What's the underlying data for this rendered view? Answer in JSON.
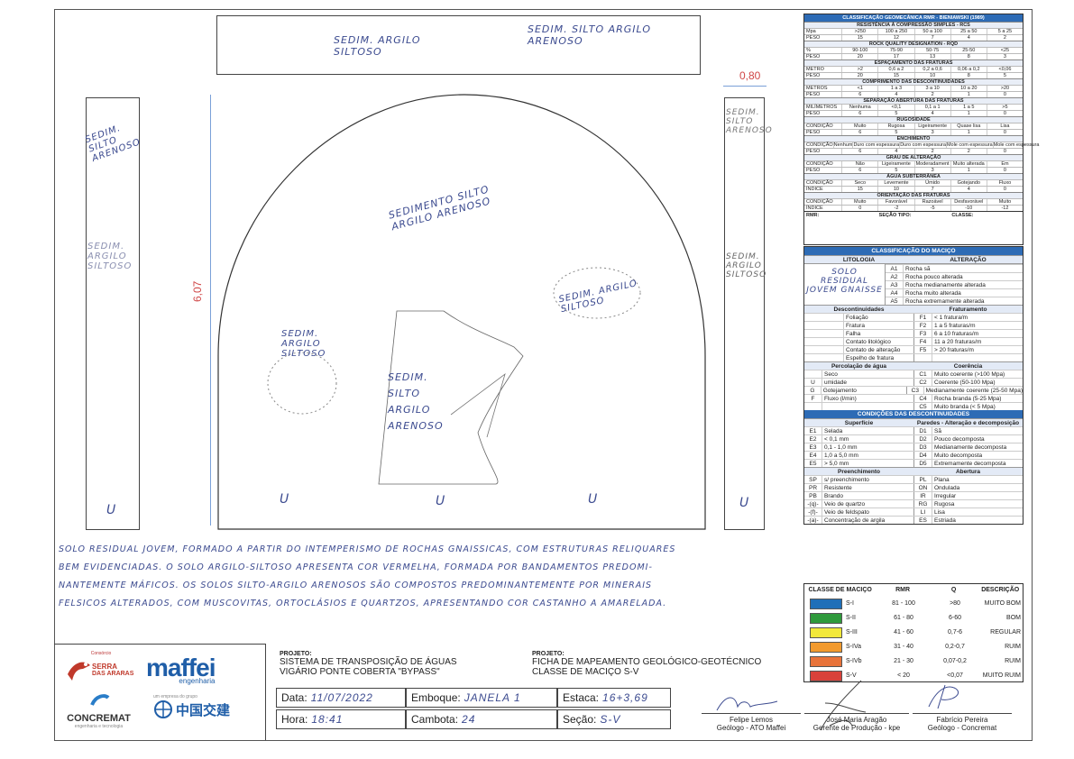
{
  "top_box": {
    "left_label": "SEDIM. ARGILO SILTOSO",
    "right_label": "SEDIM. SILTO ARGILO ARENOSO"
  },
  "dims": {
    "width": "0,80",
    "height": "6,07"
  },
  "left_wall": {
    "label_1": "SEDIM. SILTO ARENOSO",
    "label_2": "SEDIM. ARGILO SILTOSO"
  },
  "right_wall": {
    "label_1": "SEDIM. SILTO ARENOSO",
    "label_2": "SEDIM. ARGILO SILTOSO"
  },
  "face": {
    "main_label": "SEDIMENTO SILTO ARGILO ARENOSO",
    "left_label": "SEDIM. ARGILO SILTOSO",
    "right_label": "SEDIM. ARGILO SILTOSO",
    "center_label": "SEDIM. SILTO ARGILO ARENOSO",
    "u": "U"
  },
  "description": [
    "SOLO RESIDUAL JOVEM, FORMADO A PARTIR DO INTEMPERISMO DE ROCHAS GNAISSICAS, COM ESTRUTURAS RELIQUARES",
    "BEM EVIDENCIADAS. O SOLO ARGILO-SILTOSO APRESENTA COR VERMELHA, FORMADA POR BANDAMENTOS PREDOMI-",
    "NANTEMENTE MÁFICOS. OS SOLOS SILTO-ARGILO ARENOSOS SÃO COMPOSTOS PREDOMINANTEMENTE POR MINERAIS",
    "FELSICOS ALTERADOS, COM MUSCOVITAS, ORTOCLÁSIOS E QUARTZOS, APRESENTANDO COR CASTANHO A AMARELADA."
  ],
  "rmr_table": {
    "title": "CLASSIFICAÇÃO GEOMECÂNICA RMR - BIENIAWSKI (1989)",
    "sections": [
      {
        "header": "RESISTÊNCIA À COMPRESSÃO SIMPLES - RCS",
        "rows": [
          [
            "Mpa",
            ">250",
            "100 a 250",
            "50 a 100",
            "25 a 50",
            "5 a 25"
          ],
          [
            "PESO",
            "15",
            "12",
            "7",
            "4",
            "2"
          ]
        ]
      },
      {
        "header": "ROCK QUALITY DESIGNATION - RQD",
        "rows": [
          [
            "%",
            "90-100",
            "75-90",
            "50-75",
            "25-50",
            "<25"
          ],
          [
            "PESO",
            "20",
            "17",
            "13",
            "8",
            "3"
          ]
        ]
      },
      {
        "header": "ESPAÇAMENTO DAS FRATURAS",
        "rows": [
          [
            "METRO",
            ">2",
            "0,6 a 2",
            "0,2 a 0,6",
            "0,06 a 0,2",
            "<0,06"
          ],
          [
            "PESO",
            "20",
            "15",
            "10",
            "8",
            "5"
          ]
        ]
      },
      {
        "header": "COMPRIMENTO DAS DESCONTINUIDADES",
        "rows": [
          [
            "METROS",
            "<1",
            "1 a 3",
            "3 a 10",
            "10 a 20",
            ">20"
          ],
          [
            "PESO",
            "6",
            "4",
            "2",
            "1",
            "0"
          ]
        ]
      },
      {
        "header": "SEPARAÇÃO ABERTURA DAS FRATURAS",
        "rows": [
          [
            "MILÍMETROS",
            "Nenhuma",
            "<0,1",
            "0,1 a 1",
            "1 a 5",
            ">5"
          ],
          [
            "PESO",
            "6",
            "5",
            "4",
            "1",
            "0"
          ]
        ]
      },
      {
        "header": "RUGOSIDADE",
        "rows": [
          [
            "CONDIÇÃO",
            "Muito",
            "Rugosa",
            "Ligeiramente",
            "Quase lisa",
            "Lisa"
          ],
          [
            "PESO",
            "6",
            "5",
            "3",
            "1",
            "0"
          ]
        ]
      },
      {
        "header": "ENCHIMENTO",
        "rows": [
          [
            "CONDIÇÃO",
            "Nenhum",
            "Duro com espessura",
            "Duro com espessura",
            "Mole com espessura",
            "Mole com espessura"
          ],
          [
            "PESO",
            "6",
            "4",
            "2",
            "2",
            "0"
          ]
        ]
      },
      {
        "header": "GRAU DE ALTERAÇÃO",
        "rows": [
          [
            "CONDIÇÃO",
            "Não",
            "Ligeiramente",
            "Moderadament",
            "Muito alterada",
            "Em"
          ],
          [
            "PESO",
            "6",
            "5",
            "3",
            "1",
            "0"
          ]
        ]
      },
      {
        "header": "ÁGUA SUBTERRÂNEA",
        "rows": [
          [
            "CONDIÇÃO",
            "Seco",
            "Levemente",
            "Úmido",
            "Gotejando",
            "Fluxo"
          ],
          [
            "ÍNDICE",
            "15",
            "10",
            "7",
            "4",
            "0"
          ]
        ]
      },
      {
        "header": "ORIENTAÇÃO DAS FRATURAS",
        "rows": [
          [
            "CONDIÇÃO",
            "Muito",
            "Favorável",
            "Razoável",
            "Desfavorável",
            "Muito"
          ],
          [
            "ÍNDICE",
            "0",
            "-2",
            "-5",
            "-10",
            "-12"
          ]
        ]
      }
    ],
    "footer": [
      "RMR:",
      "SEÇÃO TIPO:",
      "CLASSE:"
    ]
  },
  "class_panel": {
    "title": "CLASSIFICAÇÃO DO MACIÇO",
    "litologia": "LITOLOGIA",
    "alteracao": "ALTERAÇÃO",
    "lito_value": "SOLO RESIDUAL JOVEM GNAISSE",
    "alt_rows": [
      [
        "A1",
        "Rocha sã"
      ],
      [
        "A2",
        "Rocha pouco alterada"
      ],
      [
        "A3",
        "Rocha medianamente alterada"
      ],
      [
        "A4",
        "Rocha muito alterada"
      ],
      [
        "A5",
        "Rocha extremamente alterada"
      ]
    ],
    "desc_hdr": "Descontinuidades",
    "frat_hdr": "Fraturamento",
    "desc_rows": [
      [
        "Foliação",
        "F1",
        "< 1 fratura/m"
      ],
      [
        "Fratura",
        "F2",
        "1 a 5 fraturas/m"
      ],
      [
        "Falha",
        "F3",
        "6 a 10 fraturas/m"
      ],
      [
        "Contato litológico",
        "F4",
        "11 a 20 fraturas/m"
      ],
      [
        "Contato de alteração",
        "F5",
        "> 20 fraturas/m"
      ],
      [
        "Espelho de fratura",
        "",
        ""
      ]
    ],
    "perc_hdr": "Percolação de água",
    "coer_hdr": "Coerência",
    "perc_rows": [
      [
        "",
        "Seco",
        "C1",
        "Muito coerente (>100 Mpa)"
      ],
      [
        "U",
        "umidade",
        "C2",
        "Coerente (50-100 Mpa)"
      ],
      [
        "G",
        "Gotejamento",
        "C3",
        "Medianamente coerente (25-50 Mpa)"
      ],
      [
        "F",
        "Fluxo (l/min)",
        "C4",
        "Rocha branda (5-25 Mpa)"
      ],
      [
        "",
        "",
        "C5",
        "Muito branda (< 5 Mpa)"
      ]
    ],
    "cond_title": "CONDIÇÕES DAS DESCONTINUIDADES",
    "sup_hdr": "Superfície",
    "par_hdr": "Paredes - Alteração e decomposição",
    "sup_rows": [
      [
        "E1",
        "Selada",
        "D1",
        "Sã"
      ],
      [
        "E2",
        "< 0,1 mm",
        "D2",
        "Pouco decomposta"
      ],
      [
        "E3",
        "0,1 - 1,0 mm",
        "D3",
        "Medianamente decomposta"
      ],
      [
        "E4",
        "1,0 a 5,0 mm",
        "D4",
        "Muito decomposta"
      ],
      [
        "E5",
        "> 5,0 mm",
        "D5",
        "Extremamente decomposta"
      ]
    ],
    "pre_hdr": "Preenchimento",
    "abe_hdr": "Abertura",
    "pre_rows": [
      [
        "SP",
        "s/ preenchimento",
        "PL",
        "Plana"
      ],
      [
        "PR",
        "Resistente",
        "ON",
        "Ondulada"
      ],
      [
        "PB",
        "Brando",
        "IR",
        "Irregular"
      ],
      [
        "-(q)-",
        "Veio de quartzo",
        "RG",
        "Rugosa"
      ],
      [
        "-(f)-",
        "Veio de feldspato",
        "LI",
        "Lisa"
      ],
      [
        "-(a)-",
        "Concentração de argila",
        "ES",
        "Estriada"
      ]
    ]
  },
  "classes": {
    "headers": [
      "CLASSE DE MACIÇO",
      "RMR",
      "Q",
      "DESCRIÇÃO"
    ],
    "rows": [
      {
        "color": "#1f6fb8",
        "cls": "S-I",
        "rmr": "81 - 100",
        "q": ">80",
        "desc": "MUITO BOM"
      },
      {
        "color": "#2f9a3c",
        "cls": "S-II",
        "rmr": "61 - 80",
        "q": "6-60",
        "desc": "BOM"
      },
      {
        "color": "#f2e83a",
        "cls": "S-III",
        "rmr": "41 - 60",
        "q": "0,7-6",
        "desc": "REGULAR"
      },
      {
        "color": "#f29a2e",
        "cls": "S-IVa",
        "rmr": "31 - 40",
        "q": "0,2-0,7",
        "desc": "RUIM"
      },
      {
        "color": "#e8733a",
        "cls": "S-IVb",
        "rmr": "21 - 30",
        "q": "0,07-0,2",
        "desc": "RUIM"
      },
      {
        "color": "#d9413a",
        "cls": "S-V",
        "rmr": "< 20",
        "q": "<0,07",
        "desc": "MUITO RUIM"
      }
    ]
  },
  "logos": {
    "serra1": "Consórcio",
    "serra2": "SERRA",
    "serra3": "DAS ARARAS",
    "maffei": "maffei",
    "maffei_sub": "engenharia",
    "concremat": "CONCREMAT",
    "concremat_sub": "engenharia e tecnologia",
    "china": "中国交建",
    "china_sub": "um empresa do grupo"
  },
  "project": {
    "lbl1": "PROJETO:",
    "line1": "SISTEMA DE TRANSPOSIÇÃO DE ÁGUAS",
    "line2": "VIGÁRIO PONTE COBERTA \"BYPASS\"",
    "lbl2": "PROJETO:",
    "line3": "FICHA DE MAPEAMENTO GEOLÓGICO-GEOTÉCNICO",
    "line4": "CLASSE DE MACIÇO S-V"
  },
  "fields": {
    "data_l": "Data:",
    "data_v": "11/07/2022",
    "emboque_l": "Emboque:",
    "emboque_v": "JANELA 1",
    "estaca_l": "Estaca:",
    "estaca_v": "16+3,69",
    "hora_l": "Hora:",
    "hora_v": "18:41",
    "cambota_l": "Cambota:",
    "cambota_v": "24",
    "secao_l": "Seção:",
    "secao_v": "S-V"
  },
  "signatures": [
    {
      "name": "Felipe Lemos",
      "role": "Geólogo - ATO Maffei"
    },
    {
      "name": "José Maria Aragão",
      "role": "Gerente de Produção - kpe"
    },
    {
      "name": "Fabrício Pereira",
      "role": "Geólogo - Concremat"
    }
  ]
}
